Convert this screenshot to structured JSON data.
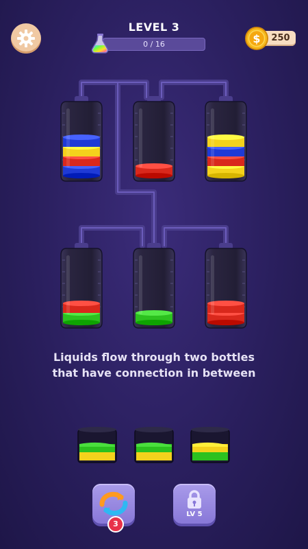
{
  "hud": {
    "level_title": "LEVEL 3",
    "progress_text": "0 / 16",
    "progress_fraction": 0.0,
    "coin_count": "250",
    "settings_icon": "gear-icon",
    "flask_icon": "potion-flask-icon",
    "coin_icon": "dollar-coin-icon"
  },
  "colors": {
    "blue": "#1f3ad6",
    "yellow": "#f4d21c",
    "red": "#d9281c",
    "orange": "#e8561c",
    "green": "#2cc11f",
    "pipe": "#4a3d8c",
    "bottle": "#2b2644"
  },
  "bottles_top": [
    {
      "id": "bottle-1",
      "layers": [
        "blue",
        "yellow",
        "red",
        "blue"
      ]
    },
    {
      "id": "bottle-2",
      "layers": [
        "red"
      ]
    },
    {
      "id": "bottle-3",
      "layers": [
        "yellow",
        "blue",
        "red",
        "yellow"
      ]
    }
  ],
  "bottles_bottom": [
    {
      "id": "bottle-4",
      "layers": [
        "red",
        "green"
      ]
    },
    {
      "id": "bottle-5",
      "layers": [
        "green"
      ]
    },
    {
      "id": "bottle-6",
      "layers": [
        "red",
        "red"
      ]
    }
  ],
  "hint": {
    "line1": "Liquids flow through two bottles",
    "line2": "that have connection in between"
  },
  "cups": [
    {
      "id": "cup-1",
      "layers": [
        "green",
        "yellow"
      ]
    },
    {
      "id": "cup-2",
      "layers": [
        "green",
        "yellow"
      ]
    },
    {
      "id": "cup-3",
      "layers": [
        "yellow",
        "green"
      ]
    }
  ],
  "buttons": {
    "shuffle_icon": "shuffle-arrows-icon",
    "shuffle_count": "3",
    "locked_icon": "padlock-icon",
    "locked_label": "LV 5"
  }
}
